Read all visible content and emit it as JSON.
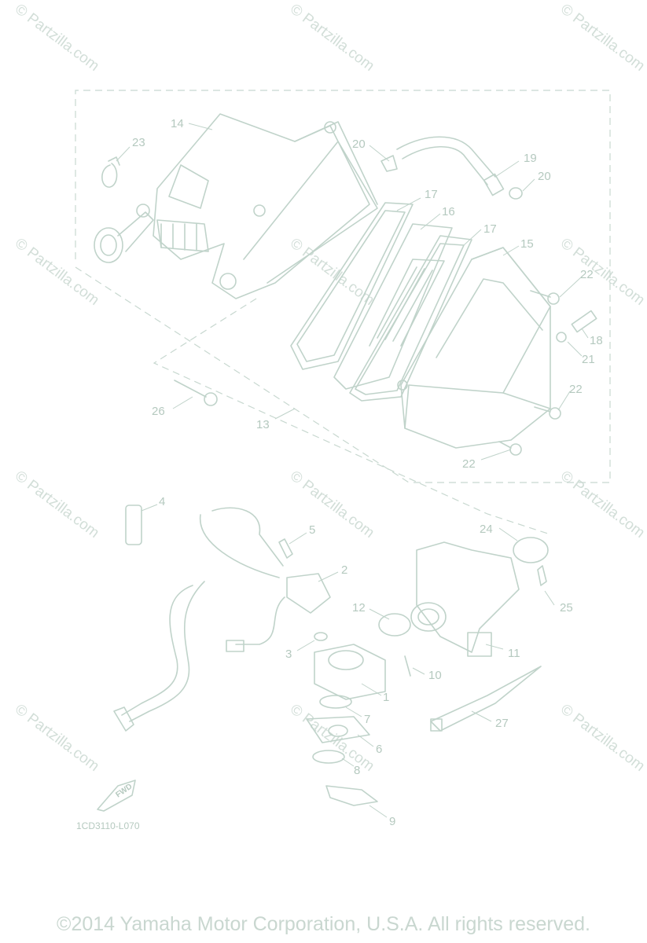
{
  "diagram": {
    "watermark_text": "© Partzilla.com",
    "diagram_code": "1CD3110-L070",
    "fwd_label": "FWD",
    "copyright": "©2014 Yamaha Motor Corporation, U.S.A. All rights reserved.",
    "colors": {
      "line": "#c0d3ca",
      "text": "#b5c9bf",
      "watermark": "#d2ded8"
    },
    "callouts": [
      {
        "id": "c14",
        "label": "14"
      },
      {
        "id": "c23",
        "label": "23"
      },
      {
        "id": "c20a",
        "label": "20"
      },
      {
        "id": "c19",
        "label": "19"
      },
      {
        "id": "c20b",
        "label": "20"
      },
      {
        "id": "c17a",
        "label": "17"
      },
      {
        "id": "c16",
        "label": "16"
      },
      {
        "id": "c17b",
        "label": "17"
      },
      {
        "id": "c15",
        "label": "15"
      },
      {
        "id": "c22a",
        "label": "22"
      },
      {
        "id": "c18",
        "label": "18"
      },
      {
        "id": "c21",
        "label": "21"
      },
      {
        "id": "c22b",
        "label": "22"
      },
      {
        "id": "c22c",
        "label": "22"
      },
      {
        "id": "c26",
        "label": "26"
      },
      {
        "id": "c13",
        "label": "13"
      },
      {
        "id": "c4",
        "label": "4"
      },
      {
        "id": "c5",
        "label": "5"
      },
      {
        "id": "c2",
        "label": "2"
      },
      {
        "id": "c24",
        "label": "24"
      },
      {
        "id": "c25",
        "label": "25"
      },
      {
        "id": "c12",
        "label": "12"
      },
      {
        "id": "c3",
        "label": "3"
      },
      {
        "id": "c11",
        "label": "11"
      },
      {
        "id": "c10",
        "label": "10"
      },
      {
        "id": "c1",
        "label": "1"
      },
      {
        "id": "c27",
        "label": "27"
      },
      {
        "id": "c7",
        "label": "7"
      },
      {
        "id": "c6",
        "label": "6"
      },
      {
        "id": "c8",
        "label": "8"
      },
      {
        "id": "c9",
        "label": "9"
      }
    ]
  }
}
